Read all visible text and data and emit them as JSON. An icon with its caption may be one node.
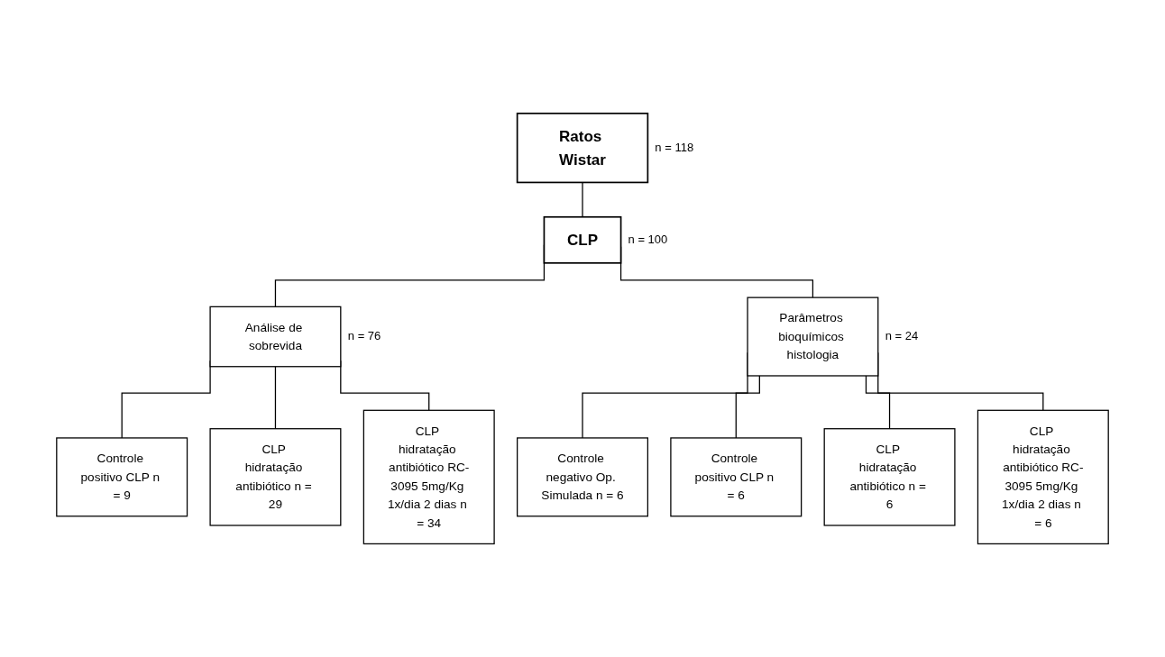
{
  "diagram": {
    "nodes": [
      {
        "text": [
          "Ratos Wistar"
        ],
        "beside": [
          "n = 118"
        ]
      },
      {
        "text": [
          "CLP"
        ],
        "beside": [
          "n = 100"
        ]
      },
      {
        "text": [
          "Análise de sobrevida"
        ],
        "beside": [
          "n = 76"
        ]
      },
      {
        "text": [
          "Parâmetros bioquímicos histologia"
        ],
        "beside": [
          "n = 24"
        ]
      },
      {
        "text": [
          "Controle positivo CLP n = 9"
        ]
      },
      {
        "text": [
          "CLP hidratação antibiótico n = 29"
        ]
      },
      {
        "text": [
          "CLP hidratação antibiótico RC-3095 5mg/Kg 1x/dia 2 dias n = 34"
        ]
      },
      {
        "text": [
          "Controle negativo Op. Simulada n = 6"
        ]
      },
      {
        "text": [
          "Controle positivo CLP n = 6"
        ]
      },
      {
        "text": [
          "CLP hidratação antibiótico n = 6"
        ]
      },
      {
        "text": [
          "CLP hidratação antibiótico RC-3095 5mg/Kg 1x/dia 2 dias n = 6"
        ]
      }
    ],
    "edges": [
      {
        "from": 0,
        "to": 1,
        "arrow": "none"
      },
      {
        "from": 1,
        "to": 2,
        "arrow": "none"
      },
      {
        "from": 1,
        "to": 3,
        "arrow": "none"
      },
      {
        "from": 2,
        "to": 4,
        "arrow": "none"
      },
      {
        "from": 2,
        "to": 5,
        "arrow": "none"
      },
      {
        "from": 2,
        "to": 6,
        "arrow": "none"
      },
      {
        "from": 3,
        "to": 7,
        "arrow": "none"
      },
      {
        "from": 3,
        "to": 8,
        "arrow": "none"
      },
      {
        "from": 3,
        "to": 9,
        "arrow": "none"
      },
      {
        "from": 3,
        "to": 10,
        "arrow": "none"
      }
    ]
  }
}
